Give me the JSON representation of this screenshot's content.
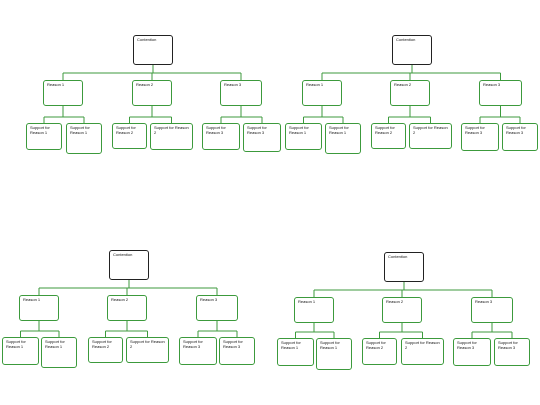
{
  "diagrams": [
    {
      "root": "Contention",
      "children": [
        {
          "label": "Reason 1",
          "supports": [
            "Support for Reason 1",
            "Support for Reason 1"
          ]
        },
        {
          "label": "Reason 2",
          "supports": [
            "Support for Reason 2",
            "Support for Reason 2"
          ]
        },
        {
          "label": "Reason 3",
          "supports": [
            "Support for Reason 3",
            "Support for Reason 3"
          ]
        }
      ]
    },
    {
      "root": "Contention",
      "children": [
        {
          "label": "Reason 1",
          "supports": [
            "Support for Reason 1",
            "Support for Reason 1"
          ]
        },
        {
          "label": "Reason 2",
          "supports": [
            "Support for Reason 2",
            "Support for Reason 2"
          ]
        },
        {
          "label": "Reason 3",
          "supports": [
            "Support for Reason 3",
            "Support for Reason 3"
          ]
        }
      ]
    },
    {
      "root": "Contention",
      "children": [
        {
          "label": "Reason 1",
          "supports": [
            "Support for Reason 1",
            "Support for Reason 1"
          ]
        },
        {
          "label": "Reason 2",
          "supports": [
            "Support for Reason 2",
            "Support for Reason 2"
          ]
        },
        {
          "label": "Reason 3",
          "supports": [
            "Support for Reason 3",
            "Support for Reason 3"
          ]
        }
      ]
    },
    {
      "root": "Contention",
      "children": [
        {
          "label": "Reason 1",
          "supports": [
            "Support for Reason 1",
            "Support for Reason 1"
          ]
        },
        {
          "label": "Reason 2",
          "supports": [
            "Support for Reason 2",
            "Support for Reason 2"
          ]
        },
        {
          "label": "Reason 3",
          "supports": [
            "Support for Reason 3",
            "Support for Reason 3"
          ]
        }
      ]
    }
  ],
  "colors": {
    "edge": "#3c9a3c",
    "root_border": "#222222",
    "node_border": "#3c9a3c"
  }
}
